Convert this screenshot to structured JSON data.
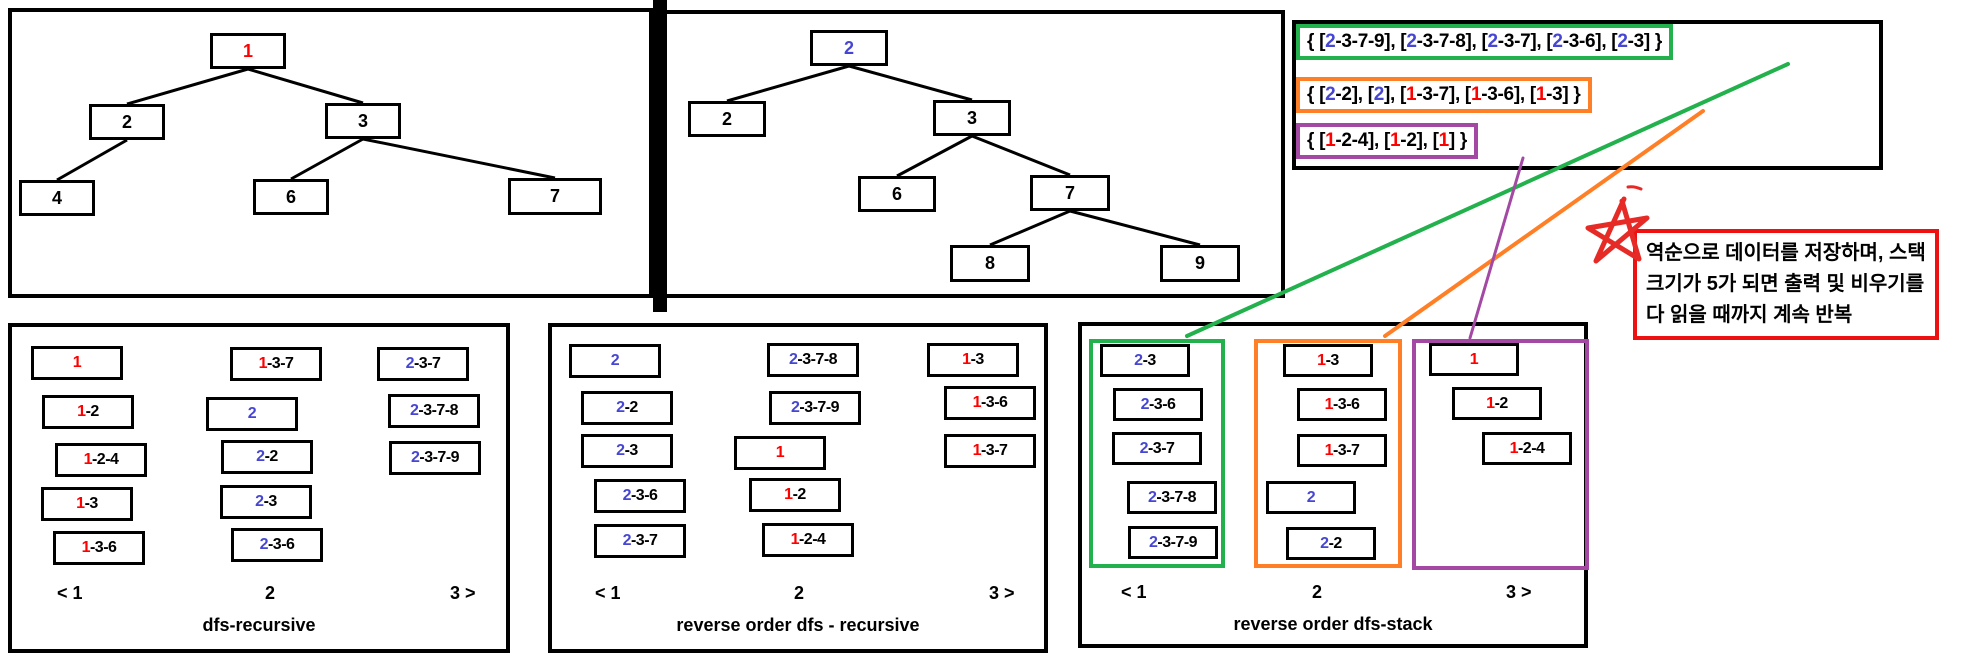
{
  "colors": {
    "red": "#ff0000",
    "blue": "#4646d2",
    "green": "#22b14c",
    "orange": "#ff7f27",
    "purple": "#a349a4",
    "annotation_border": "#ee1111",
    "star": "#e62b26",
    "black": "#000000"
  },
  "trees": [
    {
      "name": "dfs input tree",
      "nodes": [
        {
          "label": "1",
          "color": "red"
        },
        {
          "label": "2",
          "color": "black"
        },
        {
          "label": "3",
          "color": "black"
        },
        {
          "label": "4",
          "color": "black"
        },
        {
          "label": "6",
          "color": "black"
        },
        {
          "label": "7",
          "color": "black"
        }
      ],
      "edges": [
        [
          0,
          1
        ],
        [
          0,
          2
        ],
        [
          1,
          3
        ],
        [
          2,
          4
        ],
        [
          2,
          5
        ]
      ]
    },
    {
      "name": "second input tree",
      "nodes": [
        {
          "label": "2",
          "color": "blue"
        },
        {
          "label": "2",
          "color": "black"
        },
        {
          "label": "3",
          "color": "black"
        },
        {
          "label": "6",
          "color": "black"
        },
        {
          "label": "7",
          "color": "black"
        },
        {
          "label": "8",
          "color": "black"
        },
        {
          "label": "9",
          "color": "black"
        }
      ],
      "edges": [
        [
          0,
          1
        ],
        [
          0,
          2
        ],
        [
          2,
          3
        ],
        [
          2,
          4
        ],
        [
          4,
          5
        ],
        [
          4,
          6
        ]
      ]
    }
  ],
  "sets": [
    {
      "color": "green",
      "open": "{ ",
      "close": " }",
      "separator": ", ",
      "items": [
        "2-3-7-9",
        "2-3-7-8",
        "2-3-7",
        "2-3-6",
        "2-3"
      ]
    },
    {
      "color": "orange",
      "open": "{ ",
      "close": " }",
      "separator": ", ",
      "items": [
        "2-2",
        "2",
        "1-3-7",
        "1-3-6",
        "1-3"
      ]
    },
    {
      "color": "purple",
      "open": "{ ",
      "close": " }",
      "separator": ", ",
      "items": [
        "1-2-4",
        "1-2",
        "1"
      ]
    }
  ],
  "annotation": {
    "lines": [
      "역순으로 데이터를 저장하며, 스택",
      "크기가 5가 되면 출력 및 비우기를",
      "다 읽을 때까지 계속 반복"
    ]
  },
  "panels": [
    {
      "title": "dfs-recursive",
      "pagination": {
        "prev": "< 1",
        "current": "2",
        "next": "3 >"
      },
      "columns": [
        [
          "1",
          "1-2",
          "1-2-4",
          "1-3",
          "1-3-6"
        ],
        [
          "1-3-7",
          "2",
          "2-2",
          "2-3",
          "2-3-6"
        ],
        [
          "2-3-7",
          "2-3-7-8",
          "2-3-7-9"
        ]
      ]
    },
    {
      "title": "reverse order dfs - recursive",
      "pagination": {
        "prev": "< 1",
        "current": "2",
        "next": "3 >"
      },
      "columns": [
        [
          "2",
          "2-2",
          "2-3",
          "2-3-6",
          "2-3-7"
        ],
        [
          "2-3-7-8",
          "2-3-7-9",
          "1",
          "1-2",
          "1-2-4"
        ],
        [
          "1-3",
          "1-3-6",
          "1-3-7"
        ]
      ]
    },
    {
      "title": "reverse order dfs-stack",
      "pagination": {
        "prev": "< 1",
        "current": "2",
        "next": "3 >"
      },
      "column_colors": [
        "green",
        "orange",
        "purple"
      ],
      "columns": [
        [
          "2-3",
          "2-3-6",
          "2-3-7",
          "2-3-7-8",
          "2-3-7-9"
        ],
        [
          "1-3",
          "1-3-6",
          "1-3-7",
          "2",
          "2-2"
        ],
        [
          "1",
          "1-2",
          "1-2-4"
        ]
      ]
    }
  ]
}
